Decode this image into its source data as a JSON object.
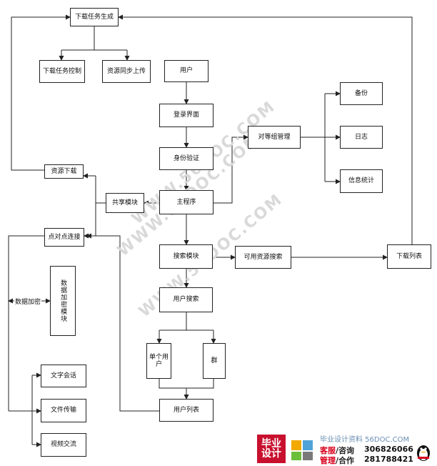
{
  "nodes": {
    "download_task_gen": "下载任务生成",
    "download_task_control": "下载任务控制",
    "resource_sync_upload": "资源同步上传",
    "user": "用户",
    "login": "登录界面",
    "auth": "身份验证",
    "main_program": "主程序",
    "peer_group_manage": "对等组管理",
    "backup": "备份",
    "log": "日志",
    "info_stats": "信息统计",
    "resource_download": "资源下载",
    "share_module": "共享模块",
    "p2p_connect": "点对点连接",
    "search_module": "搜索模块",
    "available_resource_search": "可用资源搜索",
    "download_list": "下载列表",
    "user_search": "用户搜索",
    "data_encrypt_module": "数据加密模块",
    "single_user": "单个用户",
    "group": "群",
    "user_list": "用户列表",
    "text_chat": "文字会话",
    "file_transfer": "文件传输",
    "video_chat": "视频交流"
  },
  "edge_labels": {
    "data_encrypt": "数据加密"
  },
  "watermarks": [
    "WWW.56DOC.COM",
    "WWW.56DOC.COM",
    "WWW.56DOC.COM"
  ],
  "footer": {
    "logo_text": "毕业设计",
    "site": "毕业设计资料 56DOC.COM",
    "row1_a": "客服",
    "row1_b": "/咨询",
    "row1_num": "306826066",
    "row2_a": "管理",
    "row2_b": "/合作",
    "row2_num": "281788421"
  },
  "colors": {
    "line": "#222222",
    "watermark": "#d9d9d9",
    "logo": "#c8102e",
    "footer_red": "#d9001b",
    "footer_blue": "#6a8fb3"
  }
}
